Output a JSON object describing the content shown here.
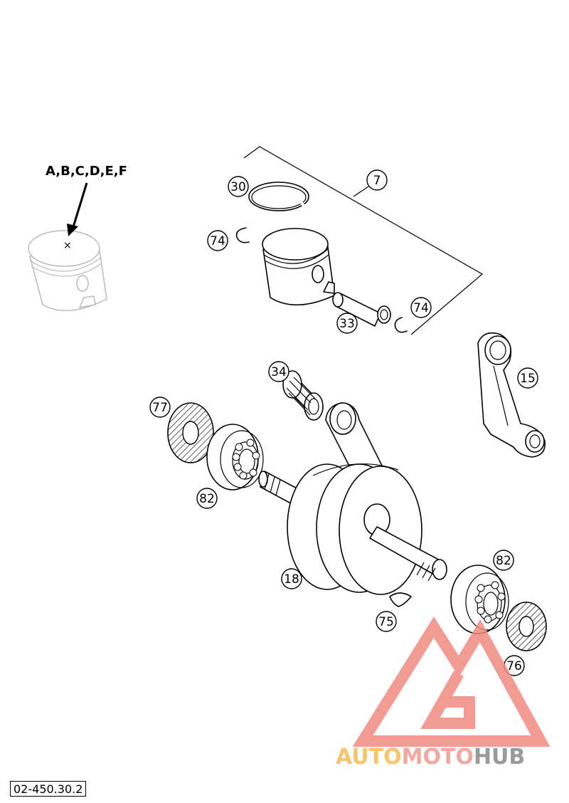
{
  "drawing_number": "02-450.30.2",
  "variant_label": "A,B,C,D,E,F",
  "callouts": [
    {
      "id": "c7",
      "label": "7"
    },
    {
      "id": "c30",
      "label": "30"
    },
    {
      "id": "c74a",
      "label": "74"
    },
    {
      "id": "c74b",
      "label": "74"
    },
    {
      "id": "c33",
      "label": "33"
    },
    {
      "id": "c34",
      "label": "34"
    },
    {
      "id": "c15",
      "label": "15"
    },
    {
      "id": "c77",
      "label": "77"
    },
    {
      "id": "c82a",
      "label": "82"
    },
    {
      "id": "c82b",
      "label": "82"
    },
    {
      "id": "c18",
      "label": "18"
    },
    {
      "id": "c75",
      "label": "75"
    },
    {
      "id": "c76",
      "label": "76"
    }
  ],
  "watermark": {
    "part1": "AUTO",
    "part2": "MOTO",
    "part3": "HUB",
    "colors": {
      "auto": "#f6c46a",
      "moto": "#f2a8a0",
      "hub": "#9a9a9a",
      "triangle": "#f08a80"
    }
  }
}
